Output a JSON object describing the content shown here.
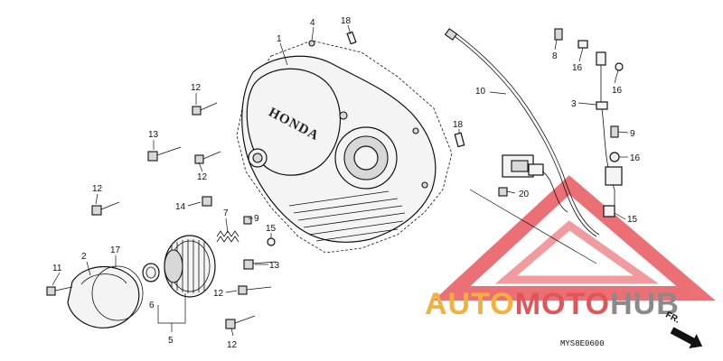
{
  "diagram": {
    "callouts": [
      {
        "id": "c1",
        "label": "1"
      },
      {
        "id": "c4",
        "label": "4"
      },
      {
        "id": "c18a",
        "label": "18"
      },
      {
        "id": "c12a",
        "label": "12"
      },
      {
        "id": "c13a",
        "label": "13"
      },
      {
        "id": "c12b",
        "label": "12"
      },
      {
        "id": "c12c",
        "label": "12"
      },
      {
        "id": "c14",
        "label": "14"
      },
      {
        "id": "c7",
        "label": "7"
      },
      {
        "id": "c9a",
        "label": "9"
      },
      {
        "id": "c15a",
        "label": "15"
      },
      {
        "id": "c13b",
        "label": "13"
      },
      {
        "id": "c2",
        "label": "2"
      },
      {
        "id": "c17",
        "label": "17"
      },
      {
        "id": "c11",
        "label": "11"
      },
      {
        "id": "c6",
        "label": "6"
      },
      {
        "id": "c5",
        "label": "5"
      },
      {
        "id": "c12d",
        "label": "12"
      },
      {
        "id": "c12e",
        "label": "12"
      },
      {
        "id": "c18b",
        "label": "18"
      },
      {
        "id": "c10",
        "label": "10"
      },
      {
        "id": "c8",
        "label": "8"
      },
      {
        "id": "c16a",
        "label": "16"
      },
      {
        "id": "c16b",
        "label": "16"
      },
      {
        "id": "c3",
        "label": "3"
      },
      {
        "id": "c9b",
        "label": "9"
      },
      {
        "id": "c16c",
        "label": "16"
      },
      {
        "id": "c20",
        "label": "20"
      },
      {
        "id": "c15b",
        "label": "15"
      }
    ],
    "cover_logo": "HONDA",
    "diagram_code": "MYS8E0600",
    "direction_label": "FR."
  },
  "watermark": {
    "text_part1": "AUTO",
    "text_part2": "MOTO",
    "text_part3": "HUB",
    "color_part1": "#f2b13c",
    "color_part2": "#e0555a",
    "color_part3": "#8a8a8a",
    "triangle_color": "#e8585e"
  }
}
